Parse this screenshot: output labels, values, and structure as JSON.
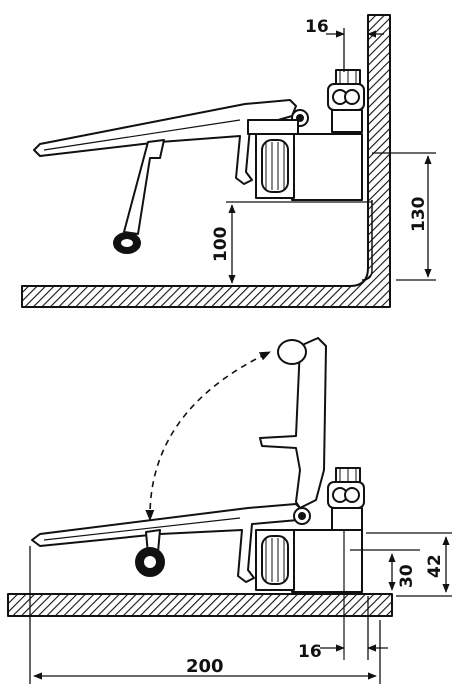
{
  "top_view": {
    "dimensions": {
      "clearance": "16",
      "lever_height": "100",
      "wall_height": "130"
    }
  },
  "bottom_view": {
    "dimensions": {
      "clearance": "16",
      "length": "200",
      "height_small": "30",
      "height_large": "42"
    }
  },
  "colors": {
    "ink": "#111111",
    "paper": "#ffffff"
  }
}
